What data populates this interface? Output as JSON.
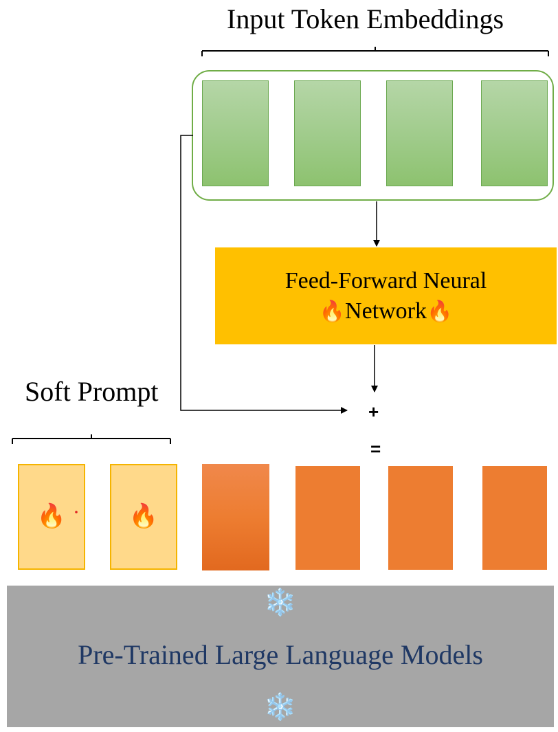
{
  "labels": {
    "input_token_embeddings": "Input Token Embeddings",
    "soft_prompt": "Soft Prompt",
    "ffn_line1": "Feed-Forward Neural",
    "ffn_line2": "Network",
    "llm": "Pre-Trained Large Language Models",
    "plus": "+",
    "equals": "="
  },
  "icons": {
    "fire": "🔥",
    "snowflake": "❄️"
  },
  "colors": {
    "token_green": "#a9d18e",
    "group_border": "#70ad47",
    "ffn_fill": "#ffc000",
    "soft_token_fill": "#ffd98a",
    "soft_token_border": "#f5b400",
    "output_token": "#ed7d31",
    "llm_fill": "#a6a6a6",
    "llm_text": "#1f3864"
  },
  "counts": {
    "input_tokens": 4,
    "soft_prompt_tokens": 2,
    "output_tokens": 4
  }
}
